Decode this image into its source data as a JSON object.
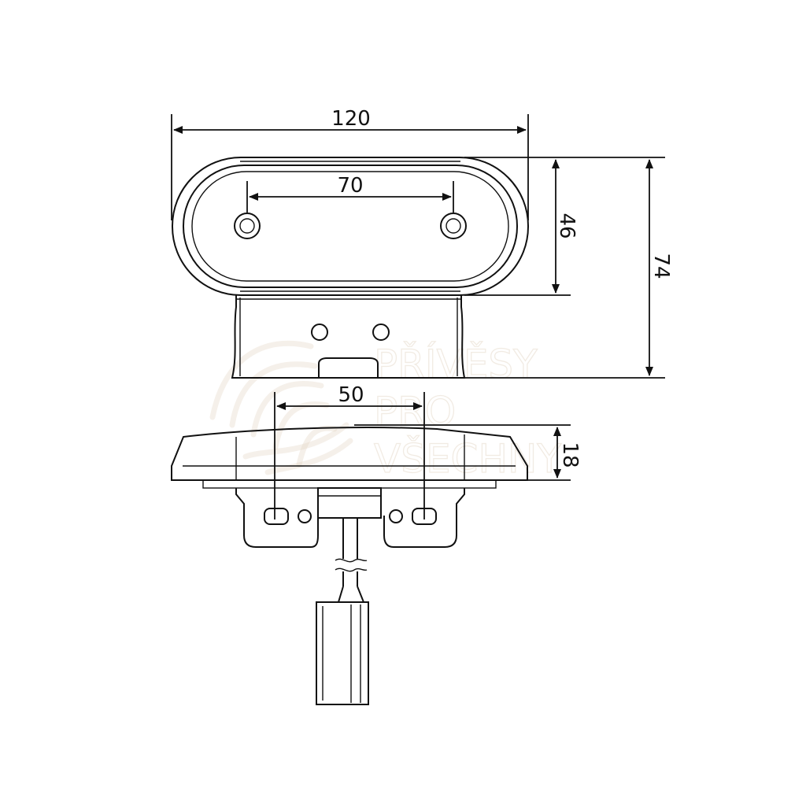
{
  "dimensions": {
    "overall_width": "120",
    "hole_spacing_top": "70",
    "lens_height": "46",
    "overall_height": "74",
    "bracket_hole_spacing": "50",
    "depth": "18"
  },
  "watermark": {
    "lines": [
      "PŘÍVĚSY",
      "PRO",
      "VŠECHNY"
    ],
    "color": "#e2d4c2"
  },
  "colors": {
    "line": "#111111",
    "background": "#ffffff"
  }
}
